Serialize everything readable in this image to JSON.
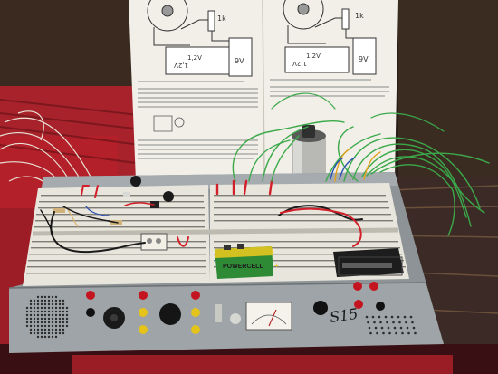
{
  "manual": {
    "left_page": {
      "resistor_label": "1k",
      "battery_small_label": "1,2V",
      "battery_small_label_inverted": "1,2V",
      "battery_9v_label": "9V"
    },
    "right_page": {
      "resistor_label": "1k",
      "battery_small_label": "1,2V",
      "battery_small_label_inverted": "1,2V",
      "battery_9v_label": "9V"
    }
  },
  "battery_9v": {
    "brand": "POWERCELL",
    "plus_sign": "+"
  },
  "handwritten_mark": "S15",
  "colors": {
    "table_cloth": "#b3202a",
    "manual_paper": "#f1efe7",
    "case_gray": "#9aa0a4",
    "breadboard": "#e9e7df",
    "battery_green": "#2f8a36",
    "wire_red": "#d21f2a",
    "wire_green": "#3ba94a",
    "wire_black": "#1a1a1a"
  }
}
